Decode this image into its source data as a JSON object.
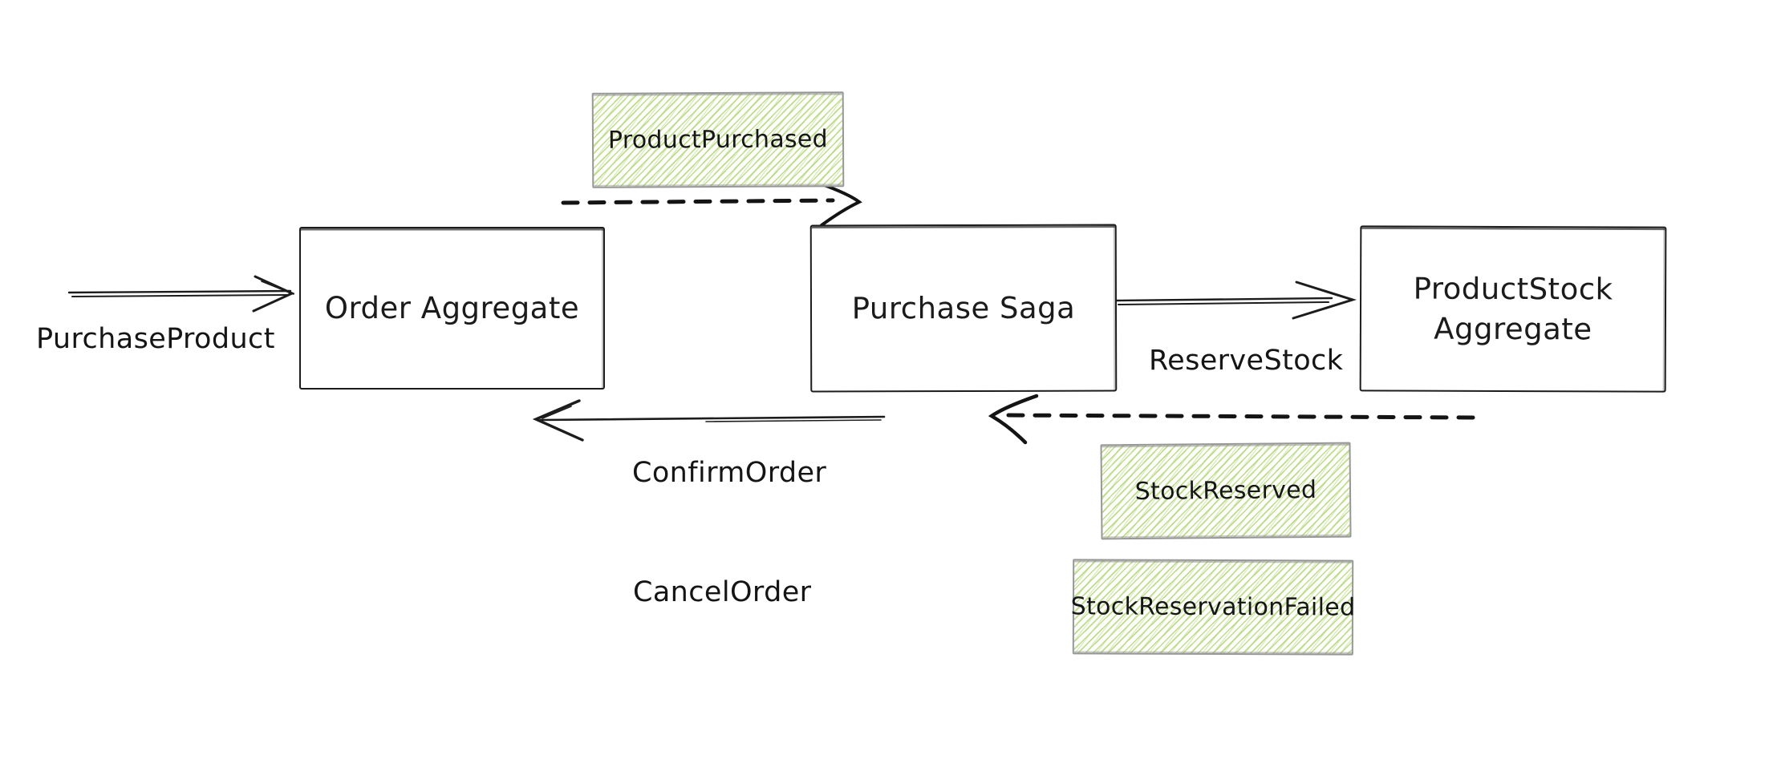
{
  "diagram": {
    "style": "hand-drawn whiteboard (excalidraw-like)",
    "background": "#ffffff"
  },
  "colors": {
    "stroke": "#1c1c1c",
    "event_hatch_green": "#b2d678",
    "event_border_gray": "#979797"
  },
  "nodes": [
    {
      "id": "order-aggregate",
      "label": "Order Aggregate"
    },
    {
      "id": "purchase-saga",
      "label": "Purchase Saga"
    },
    {
      "id": "productstock-aggregate",
      "label": "ProductStock Aggregate"
    }
  ],
  "events": [
    {
      "id": "product-purchased",
      "label": "ProductPurchased"
    },
    {
      "id": "stock-reserved",
      "label": "StockReserved"
    },
    {
      "id": "stock-reservation-failed",
      "label": "StockReservationFailed"
    }
  ],
  "commands": [
    {
      "id": "purchase-product",
      "label": "PurchaseProduct"
    },
    {
      "id": "reserve-stock",
      "label": "ReserveStock"
    },
    {
      "id": "confirm-order",
      "label": "ConfirmOrder"
    },
    {
      "id": "cancel-order",
      "label": "CancelOrder"
    }
  ],
  "arrows": [
    {
      "id": "purchase-product-arrow",
      "style": "solid",
      "direction": "right",
      "from": "external",
      "to": "order-aggregate"
    },
    {
      "id": "product-purchased-arrow",
      "style": "dashed",
      "direction": "right",
      "from": "order-aggregate",
      "to": "purchase-saga"
    },
    {
      "id": "reserve-stock-arrow",
      "style": "solid",
      "direction": "right",
      "from": "purchase-saga",
      "to": "productstock-aggregate"
    },
    {
      "id": "confirm-order-arrow",
      "style": "solid",
      "direction": "left",
      "from": "purchase-saga",
      "to": "order-aggregate"
    },
    {
      "id": "stock-result-arrow",
      "style": "dashed",
      "direction": "left",
      "from": "productstock-aggregate",
      "to": "purchase-saga"
    }
  ]
}
